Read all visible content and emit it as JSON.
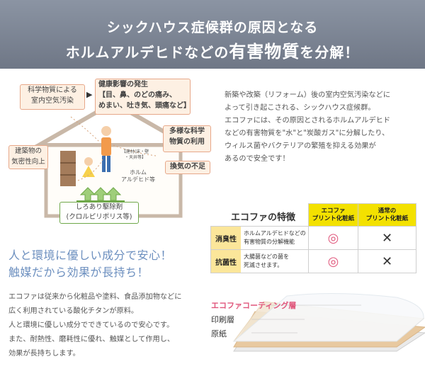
{
  "banner": {
    "line1": "シックハウス症候群の原因となる",
    "line2_pre": "ホルムアルデヒドなどの",
    "line2_em": "有害物質",
    "line2_post": "を分解！"
  },
  "diagram": {
    "cause_box": "科学物質による\n室内空気汚染",
    "arrow": "▶",
    "health_box": "健康影響の発生\n【目、鼻、のどの痛み、\nめまい、吐き気、頭痛など】",
    "airtight_box": "建築物の\n気密性向上",
    "chemical_use_box": "多様な科学\n物質の利用",
    "ventilation_box": "換気の不足",
    "building_materials_tag": "【建材(床・壁\n・天井等】",
    "formaldehyde_tag": "ホルム\nアルデヒド等",
    "termite_box": "しろあり駆除剤\n(クロルピリポリス等)"
  },
  "right_text": [
    "新築や改築（リフォーム）後の室内空気汚染などに",
    "よって引き起こされる、シックハウス症候群。",
    "エコファには、その原因とされるホルムアルデヒド",
    "などの有害物質を\"水\"と\"炭酸ガス\"に分解したり、",
    "ウィルス菌やバクテリアの繁殖を抑える効果が",
    "あるので安全です！"
  ],
  "features": {
    "title": "エコファの特徴",
    "col1": "エコファ\nプリント化粧紙",
    "col2": "通常の\nプリント化粧紙",
    "rows": [
      {
        "label": "消臭性",
        "desc": "ホルムアルデヒドなどの\n有害物質の分解機能",
        "ecofa": "◎",
        "normal": "✕"
      },
      {
        "label": "抗菌性",
        "desc": "大腸菌などの菌を\n死滅させます。",
        "ecofa": "◎",
        "normal": "✕"
      }
    ]
  },
  "catch": {
    "line1": "人と環境に優しい成分で安心！",
    "line2": "触媒だから効果が長持ち！"
  },
  "body_left": [
    "エコファは従来から化粧品や塗料、食品添加物などに",
    "広く利用されている酸化チタンが原料。",
    "人と環境に優しい成分でできているので安心です。",
    "また、耐熱性、磨耗性に優れ、触媒として作用し、",
    "効果が長持ちします。"
  ],
  "layers": {
    "coating": "エコファコーティング層",
    "print": "印刷層",
    "base": "原紙"
  },
  "colors": {
    "banner": "#7b8392",
    "box_border": "#e7a88a",
    "box_fill": "#fdf0e3",
    "catch": "#6c8fbf",
    "coating_label": "#e0577c",
    "table_header": "#f3e100",
    "row_label": "#fbe69a"
  }
}
